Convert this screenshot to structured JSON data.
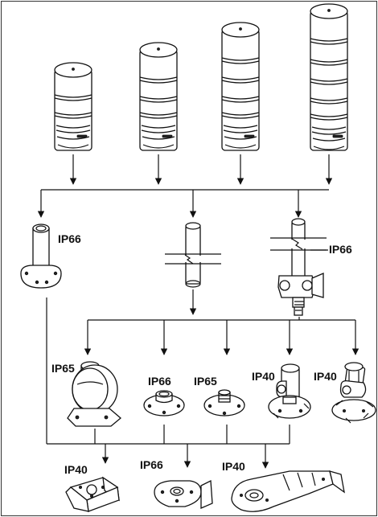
{
  "labels": {
    "pole_flange_rating": "IP66",
    "pipe_clamp_rating": "IP66",
    "tube_flange_rating": "IP65",
    "flat_base_rating": "IP66",
    "threaded_base_rating": "IP65",
    "pivot_base_rating": "IP40",
    "tilt_base_rating": "IP40",
    "wall_bracket_rating": "IP40",
    "angle_bracket_rating": "IP66",
    "long_arm_rating": "IP40"
  }
}
